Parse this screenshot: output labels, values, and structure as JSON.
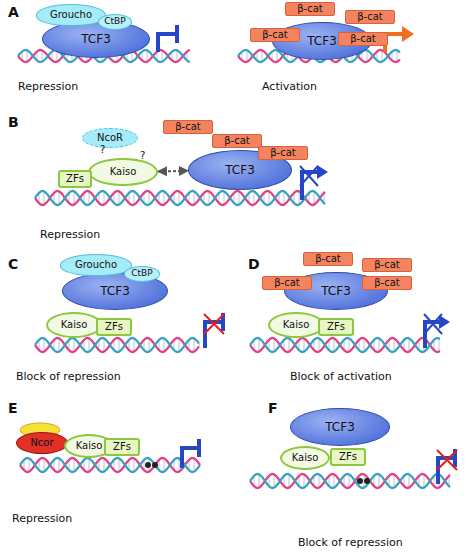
{
  "diagram": {
    "nodes": [
      {
        "text": [
          "TCF3"
        ]
      },
      {
        "text": [
          "Groucho"
        ]
      },
      {
        "text": [
          "CtBP"
        ]
      },
      {
        "text": [
          "TCF3"
        ]
      },
      {
        "text": [
          "β-cat"
        ]
      },
      {
        "text": [
          "β-cat"
        ]
      },
      {
        "text": [
          "β-cat"
        ]
      },
      {
        "text": [
          "β-cat"
        ]
      },
      {
        "text": [
          "NcoR"
        ]
      },
      {
        "text": [
          "Kaiso"
        ]
      },
      {
        "text": [
          "ZFs"
        ]
      },
      {
        "text": [
          "TCF3"
        ]
      },
      {
        "text": [
          "β-cat"
        ]
      },
      {
        "text": [
          "β-cat"
        ]
      },
      {
        "text": [
          "β-cat"
        ]
      },
      {
        "text": [
          "Groucho"
        ]
      },
      {
        "text": [
          "CtBP"
        ]
      },
      {
        "text": [
          "TCF3"
        ]
      },
      {
        "text": [
          "Kaiso"
        ]
      },
      {
        "text": [
          "ZFs"
        ]
      },
      {
        "text": [
          "TCF3"
        ]
      },
      {
        "text": [
          "β-cat"
        ]
      },
      {
        "text": [
          "β-cat"
        ]
      },
      {
        "text": [
          "β-cat"
        ]
      },
      {
        "text": [
          "β-cat"
        ]
      },
      {
        "text": [
          "Kaiso"
        ]
      },
      {
        "text": [
          "ZFs"
        ]
      },
      {
        "text": [
          "Ncor"
        ]
      },
      {
        "text": [
          "Kaiso"
        ]
      },
      {
        "text": [
          "ZFs"
        ]
      },
      {
        "text": [
          "TCF3"
        ]
      },
      {
        "text": [
          "Kaiso"
        ]
      },
      {
        "text": [
          "ZFs"
        ]
      }
    ],
    "edges": [
      {
        "from": 9,
        "to": 11,
        "arrow": "both"
      }
    ],
    "labels": [
      "A",
      "Repression",
      "Activation",
      "B",
      "?",
      "?",
      "Repression",
      "C",
      "D",
      "Block of repression",
      "Block of activation",
      "E",
      "F",
      "Repression",
      "Block of repression"
    ]
  }
}
